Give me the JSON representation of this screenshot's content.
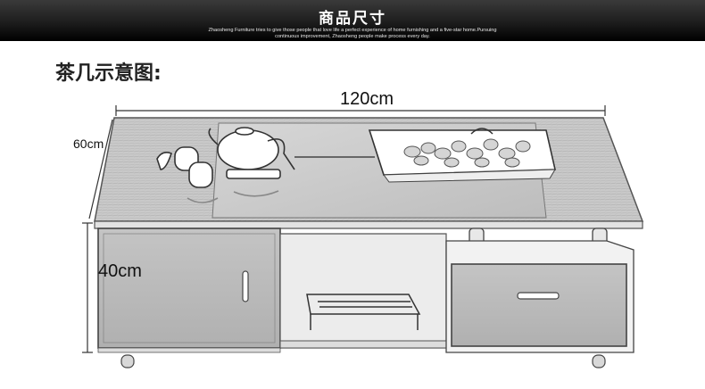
{
  "header": {
    "title": "商品尺寸",
    "subtitle_line1": "Zhaosheng Furniture tries to give those people that love life a perfect experience of home furnishing and a five-star home.Pursuing",
    "subtitle_line2": "continuous improvement, Zhaosheng people make process every day."
  },
  "section": {
    "title": "茶几示意图:"
  },
  "dimensions": {
    "width": "120cm",
    "depth": "60cm",
    "height": "40cm"
  },
  "illustration": {
    "subject": "coffee-table-sketch-icon"
  }
}
